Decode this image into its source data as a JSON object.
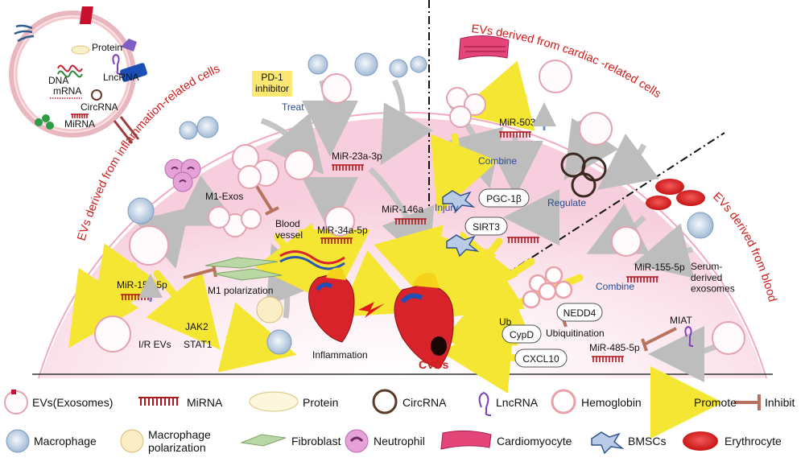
{
  "ev_structure": {
    "protein": "Protein",
    "dna": "DNA",
    "lncrna": "LncRNA",
    "mrna": "mRNA",
    "circrna": "CircRNA",
    "mirna": "MiRNA"
  },
  "sections": {
    "inflammation": "EVs derived from inflammation-related cells",
    "cardiac": "EVs derived from cardiac -related cells",
    "blood": "EVs derived from blood"
  },
  "left": {
    "pd1": "PD-1\ninhibitor",
    "treat": "Treat",
    "m1_exos": "M1-Exos",
    "mir23a": "MiR-23a-3p",
    "mir34a": "MiR-34a-5p",
    "mir146a": "MiR-146a",
    "blood_vessel": "Blood\nvessel",
    "mir155": "MiR-155-5p",
    "m1_polarization": "M1 polarization",
    "jak2": "JAK2",
    "stat1": "STAT1",
    "ir_evs": "I/R EVs",
    "inflammation": "Inflammation"
  },
  "center": {
    "cvds": "CVDs"
  },
  "right": {
    "mir503": "MiR-503",
    "combine": "Combine",
    "injury": "Injury",
    "pgc": "PGC-1β",
    "sirt3": "SIRT3",
    "regulate": "Regulate",
    "mir155": "MiR-155-5p",
    "combine2": "Combine",
    "serum": "Serum-\nderived\nexosomes",
    "nedd4": "NEDD4",
    "ub": "Ub",
    "cypd": "CypD",
    "ubiquitination": "Ubiquitination",
    "miat": "MIAT",
    "mir485": "MiR-485-5p",
    "cxcl10": "CXCL10"
  },
  "legend": {
    "row1": [
      "EVs(Exosomes)",
      "MiRNA",
      "Protein",
      "CircRNA",
      "LncRNA",
      "Hemoglobin",
      "Promote",
      "Inhibit"
    ],
    "row2": [
      "Macrophage",
      "Macrophage\npolarization",
      "Fibroblast",
      "Neutrophil",
      "Cardiomyocyte",
      "BMSCs",
      "Erythrocyte"
    ]
  },
  "colors": {
    "background_dome": "#fbe3ec",
    "mirna": "#b0141c",
    "promote": "#f6ea3a",
    "inhibit": "#b8735c",
    "section_title": "#d01c1c",
    "erythrocyte": "#e01818"
  }
}
